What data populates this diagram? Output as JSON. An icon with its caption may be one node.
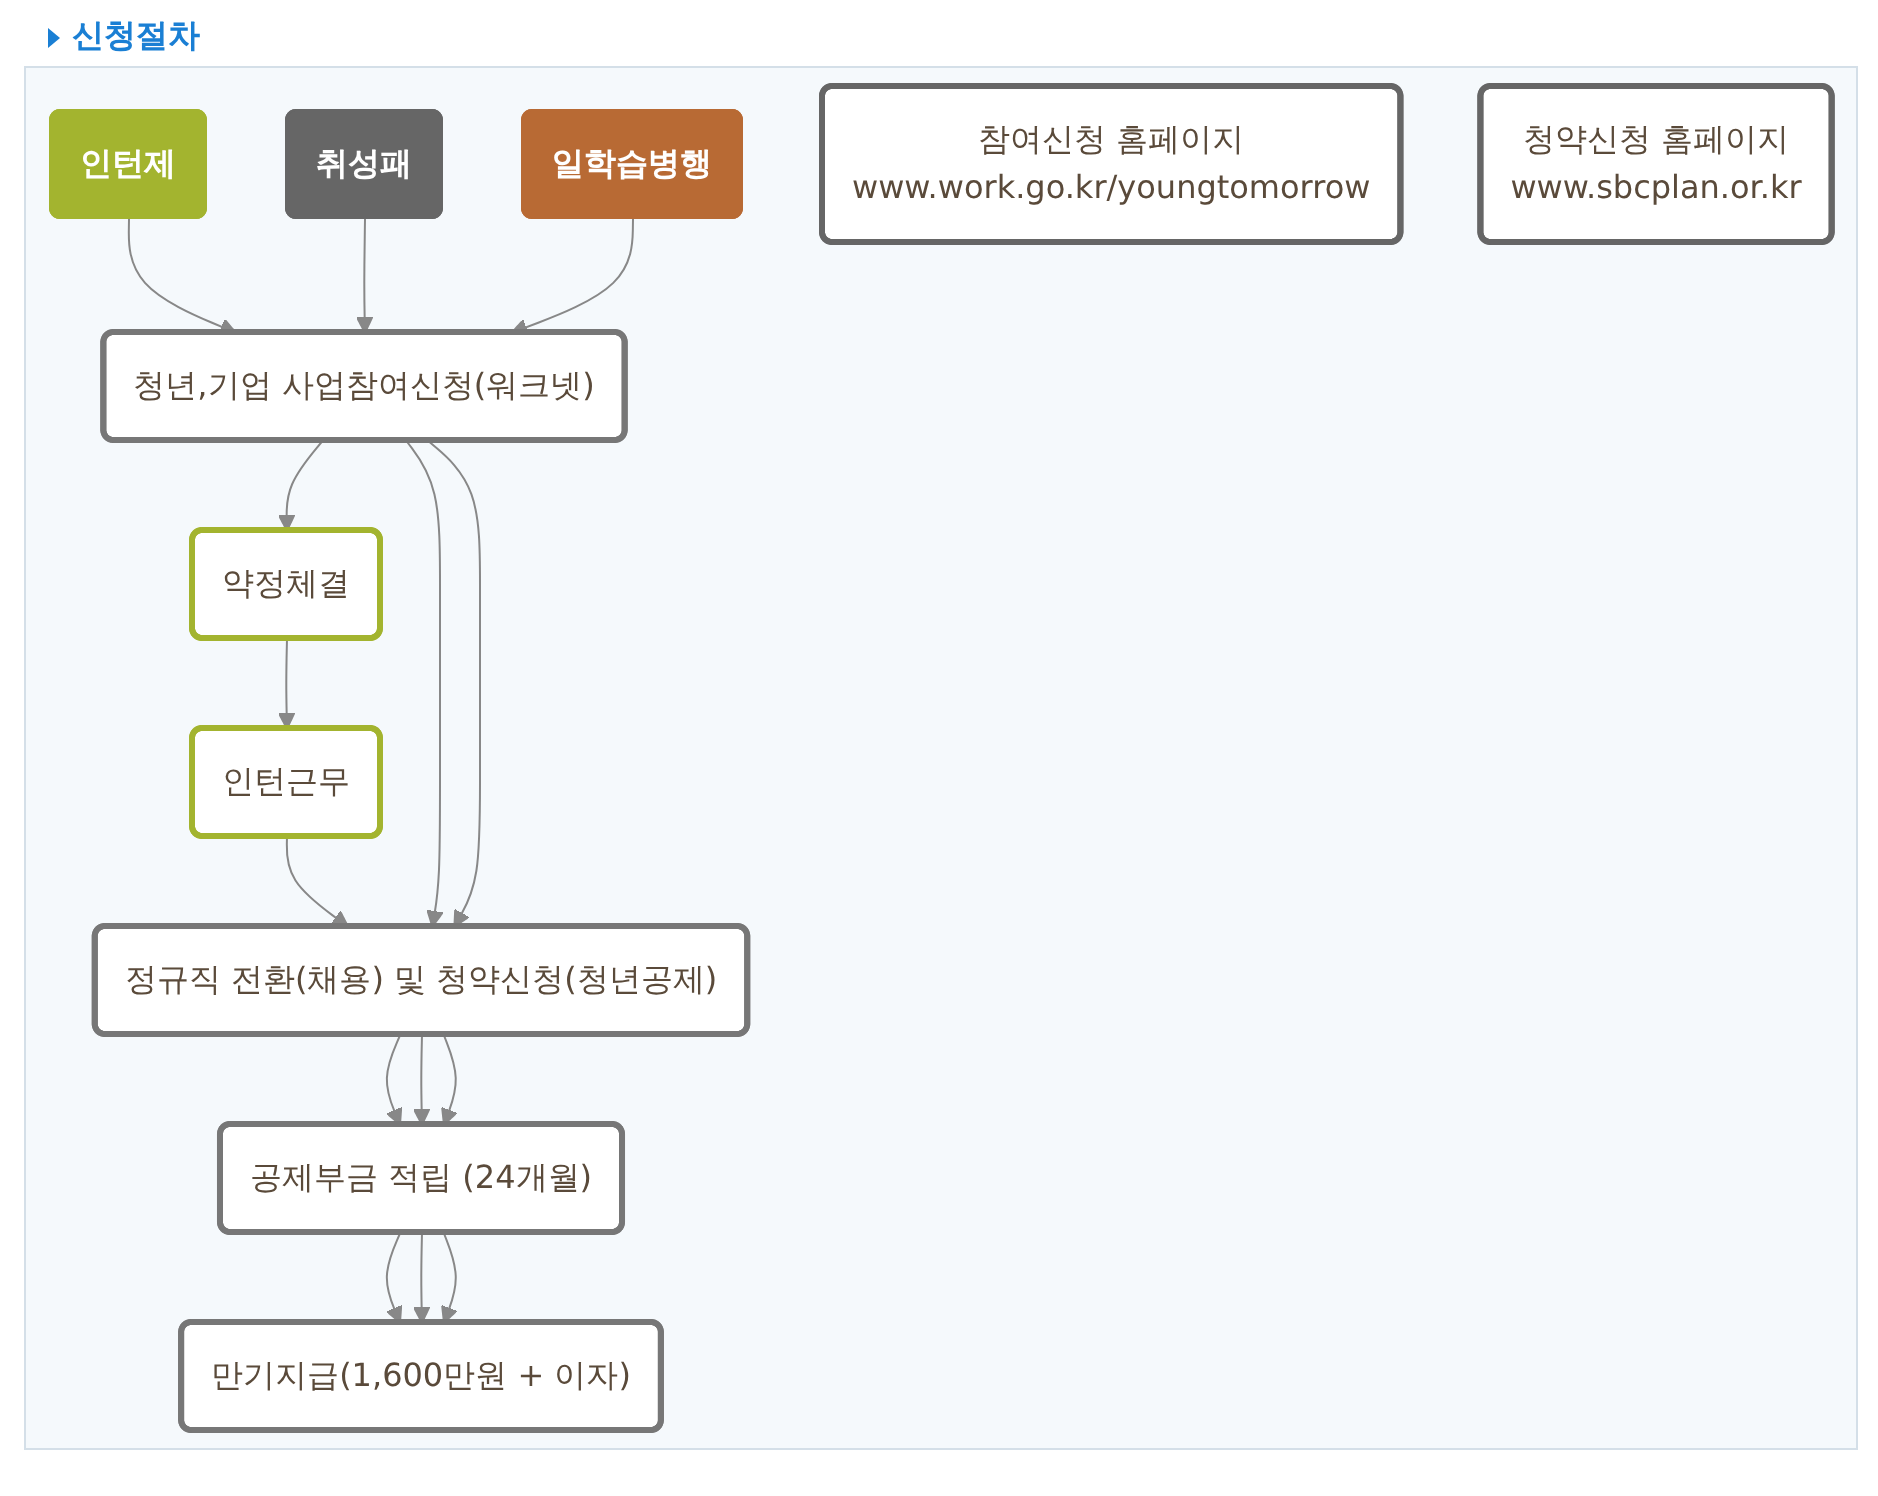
{
  "diagram": {
    "title": "신청절차",
    "nodes": [
      {
        "text": [
          "인턴제"
        ]
      },
      {
        "text": [
          "취성패"
        ]
      },
      {
        "text": [
          "일학습병행"
        ]
      },
      {
        "text": [
          "청년,기업 사업참여신청(워크넷)"
        ]
      },
      {
        "text": [
          "약정체결"
        ]
      },
      {
        "text": [
          "인턴근무"
        ]
      },
      {
        "text": [
          "정규직 전환(채용) 및 청약신청(청년공제)"
        ]
      },
      {
        "text": [
          "공제부금 적립 (24개월)"
        ]
      },
      {
        "text": [
          "만기지급(1,600만원 + 이자)"
        ]
      },
      {
        "text": [
          "참여신청 홈페이지",
          "www.work.go.kr/youngtomorrow"
        ]
      },
      {
        "text": [
          "청약신청 홈페이지",
          "www.sbcplan.or.kr"
        ]
      }
    ],
    "edges": [
      {
        "from": 0,
        "to": 3,
        "arrow": "to"
      },
      {
        "from": 1,
        "to": 3,
        "arrow": "to"
      },
      {
        "from": 2,
        "to": 3,
        "arrow": "to"
      },
      {
        "from": 3,
        "to": 4,
        "arrow": "to"
      },
      {
        "from": 4,
        "to": 5,
        "arrow": "to"
      },
      {
        "from": 5,
        "to": 6,
        "arrow": "to"
      },
      {
        "from": 3,
        "to": 6,
        "arrow": "to"
      },
      {
        "from": 3,
        "to": 6,
        "arrow": "to"
      },
      {
        "from": 6,
        "to": 7,
        "arrow": "to"
      },
      {
        "from": 6,
        "to": 7,
        "arrow": "to"
      },
      {
        "from": 6,
        "to": 7,
        "arrow": "to"
      },
      {
        "from": 7,
        "to": 8,
        "arrow": "to"
      },
      {
        "from": 7,
        "to": 8,
        "arrow": "to"
      },
      {
        "from": 7,
        "to": 8,
        "arrow": "to"
      }
    ]
  }
}
